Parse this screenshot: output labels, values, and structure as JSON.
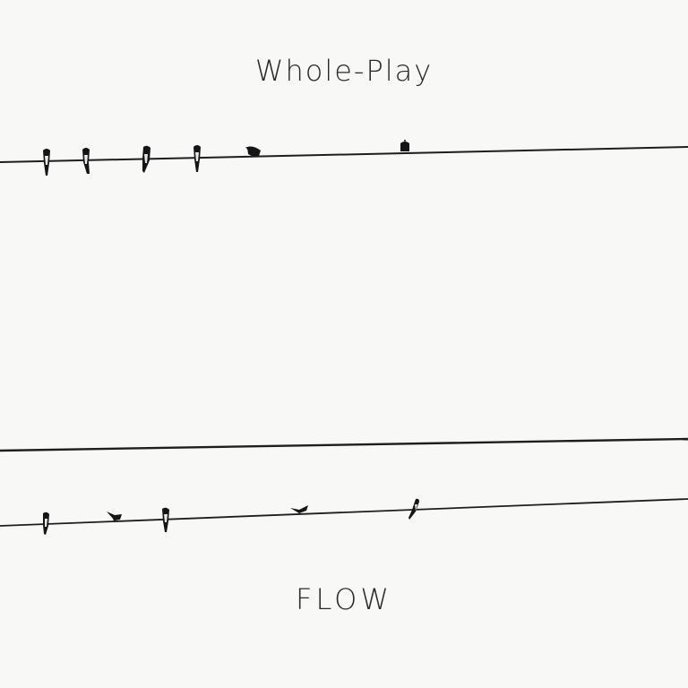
{
  "cover": {
    "artist": "Whole-Play",
    "album": "FLOW"
  },
  "colors": {
    "background": "#f8f8f7",
    "text": "#2a2a2a",
    "wire": "#1e1e1e",
    "bird": "#151515"
  },
  "scene": {
    "wires": [
      {
        "name": "top-wire",
        "birds": 6
      },
      {
        "name": "middle-wire",
        "birds": 0
      },
      {
        "name": "bottom-wire",
        "birds": 5
      }
    ]
  }
}
